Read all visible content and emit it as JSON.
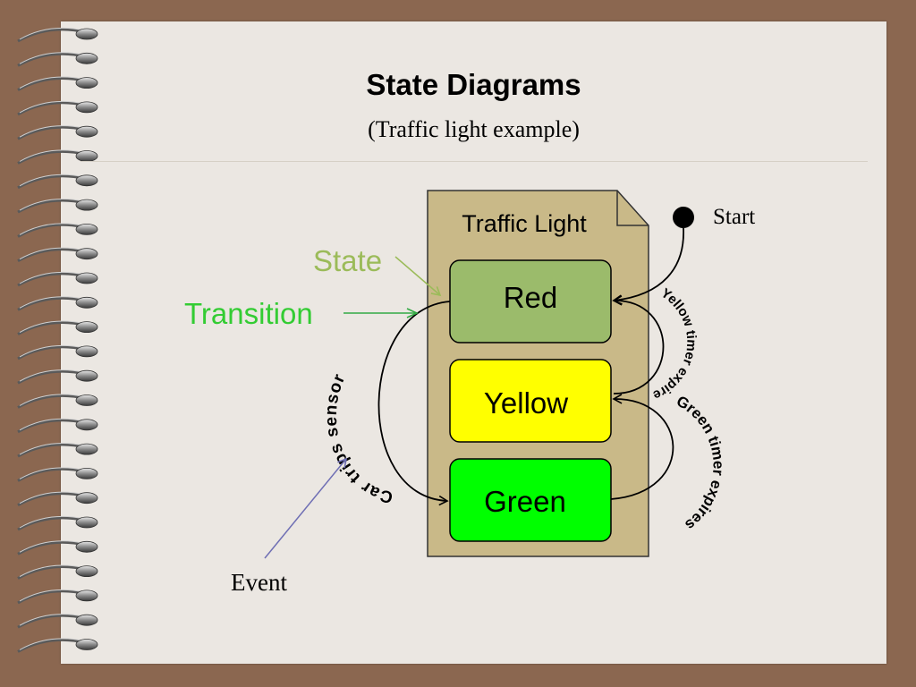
{
  "slide": {
    "title": "State Diagrams",
    "subtitle": "(Traffic light example)"
  },
  "diagram": {
    "container_label": "Traffic Light",
    "states": [
      {
        "label": "Red",
        "color": "#9bbb6b"
      },
      {
        "label": "Yellow",
        "color": "#ffff00"
      },
      {
        "label": "Green",
        "color": "#00ff00"
      }
    ],
    "start_label": "Start",
    "events": {
      "yellow_timer": "Yellow timer expires",
      "green_timer": "Green timer expires",
      "car_sensor": "Car trips sensor"
    },
    "annotations": {
      "state": "State",
      "transition": "Transition",
      "event": "Event"
    },
    "colors": {
      "container_fill": "#c9b988",
      "state_annotation": "#9bbb59",
      "transition_annotation": "#33cc33",
      "event_arrow": "#6f6fb4"
    }
  }
}
